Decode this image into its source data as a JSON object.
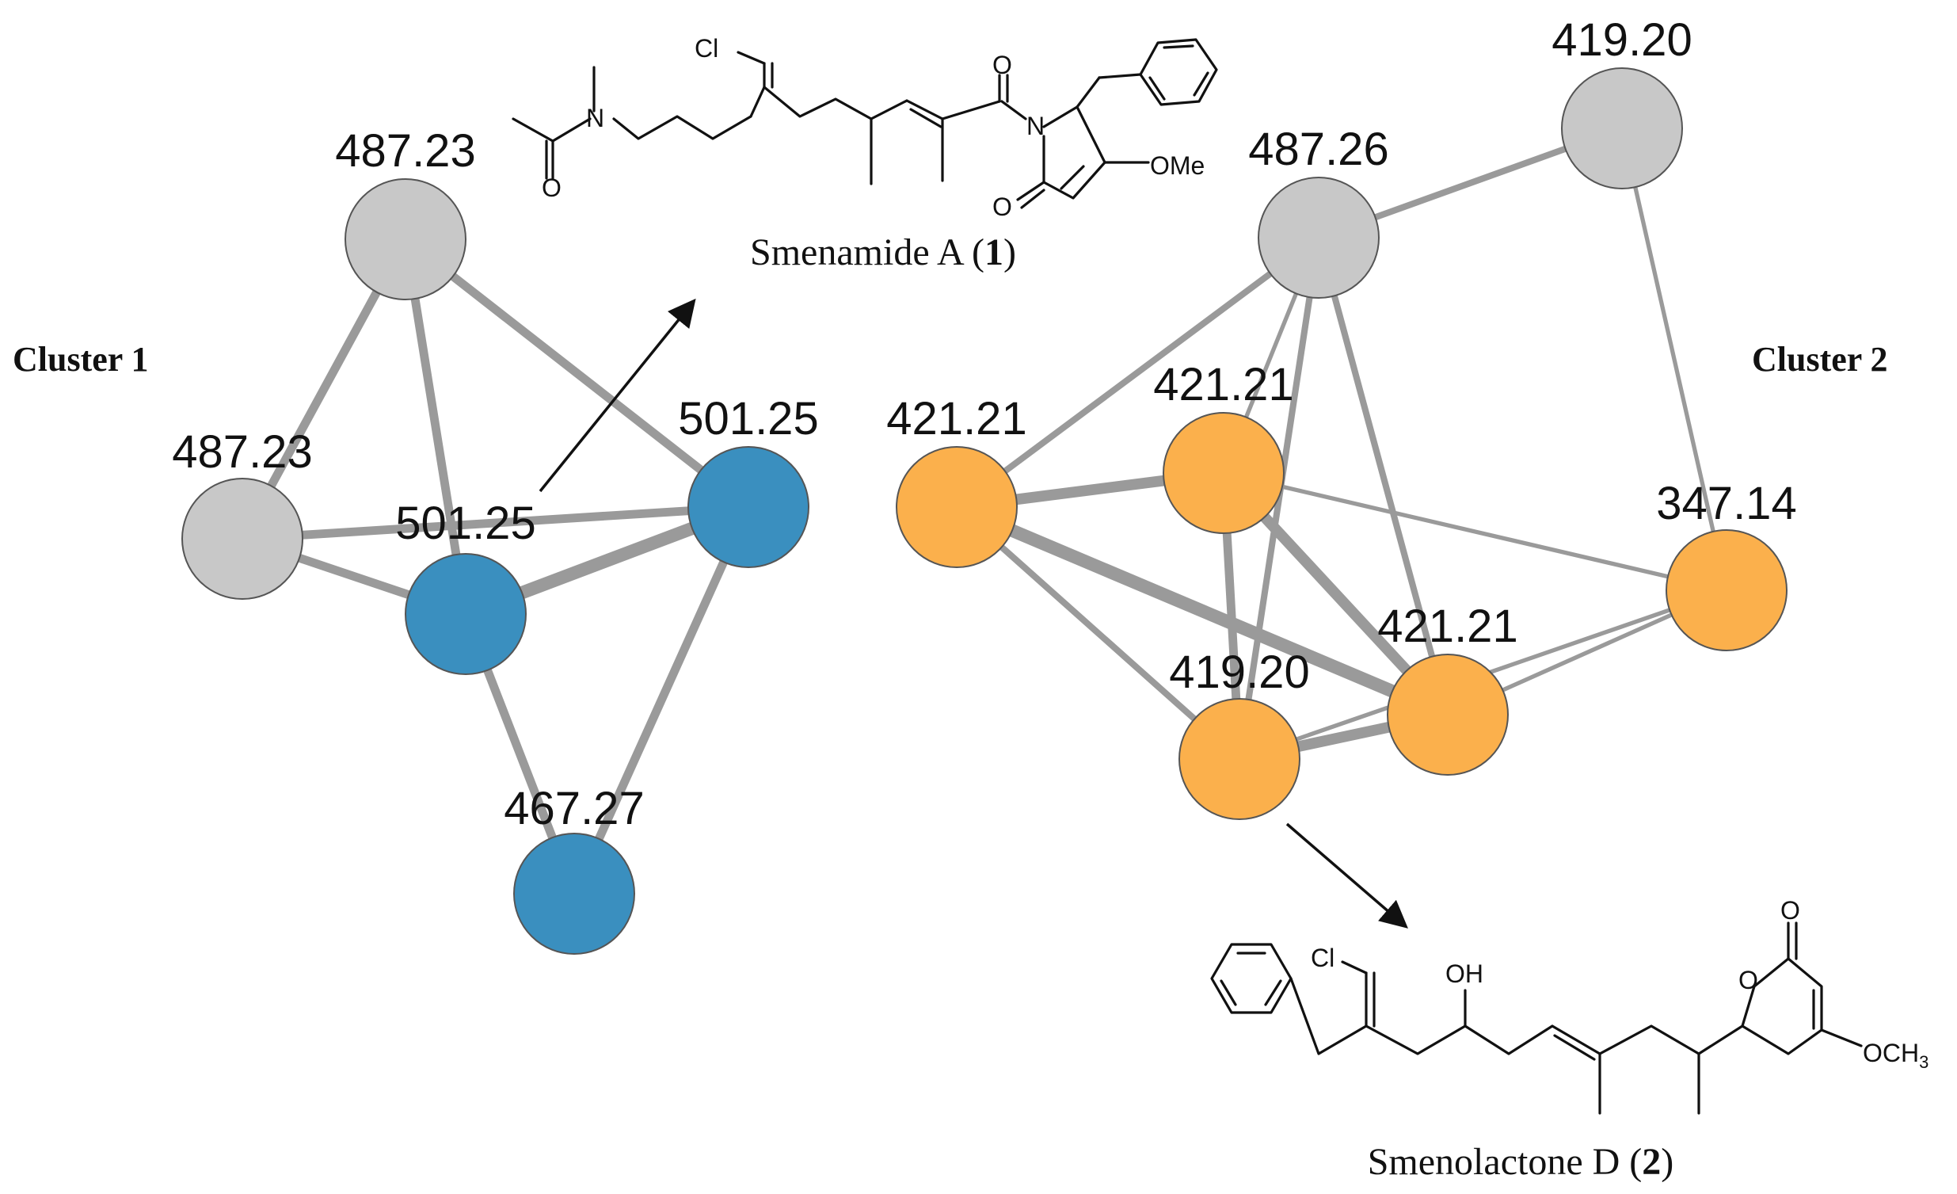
{
  "clusters": [
    {
      "id": "c1",
      "label": "Cluster 1"
    },
    {
      "id": "c2",
      "label": "Cluster 2"
    }
  ],
  "colors": {
    "grey": "#c8c8c8",
    "blue": "#3a8fbf",
    "orange": "#fbb04c",
    "edge": "#9a9a9a",
    "node_border": "#555555"
  },
  "nodes": [
    {
      "id": "n1",
      "label": "487.23",
      "color": "grey"
    },
    {
      "id": "n2",
      "label": "487.23",
      "color": "grey"
    },
    {
      "id": "n3",
      "label": "501.25",
      "color": "blue"
    },
    {
      "id": "n4",
      "label": "501.25",
      "color": "blue"
    },
    {
      "id": "n5",
      "label": "467.27",
      "color": "blue"
    },
    {
      "id": "n6",
      "label": "419.20",
      "color": "grey"
    },
    {
      "id": "n7",
      "label": "487.26",
      "color": "grey"
    },
    {
      "id": "n8",
      "label": "421.21",
      "color": "orange"
    },
    {
      "id": "n9",
      "label": "421.21",
      "color": "orange"
    },
    {
      "id": "n10",
      "label": "347.14",
      "color": "orange"
    },
    {
      "id": "n11",
      "label": "421.21",
      "color": "orange"
    },
    {
      "id": "n12",
      "label": "419.20",
      "color": "orange"
    }
  ],
  "edges": [
    {
      "source": "n1",
      "target": "n2",
      "weight": 3
    },
    {
      "source": "n1",
      "target": "n3",
      "weight": 3
    },
    {
      "source": "n1",
      "target": "n4",
      "weight": 3
    },
    {
      "source": "n2",
      "target": "n3",
      "weight": 3
    },
    {
      "source": "n2",
      "target": "n4",
      "weight": 3
    },
    {
      "source": "n3",
      "target": "n4",
      "weight": 5
    },
    {
      "source": "n3",
      "target": "n5",
      "weight": 3
    },
    {
      "source": "n4",
      "target": "n5",
      "weight": 3
    },
    {
      "source": "n6",
      "target": "n7",
      "weight": 2
    },
    {
      "source": "n6",
      "target": "n10",
      "weight": 1
    },
    {
      "source": "n7",
      "target": "n8",
      "weight": 2
    },
    {
      "source": "n7",
      "target": "n9",
      "weight": 1
    },
    {
      "source": "n7",
      "target": "n11",
      "weight": 2
    },
    {
      "source": "n7",
      "target": "n12",
      "weight": 2
    },
    {
      "source": "n8",
      "target": "n9",
      "weight": 4
    },
    {
      "source": "n8",
      "target": "n11",
      "weight": 5
    },
    {
      "source": "n8",
      "target": "n12",
      "weight": 2
    },
    {
      "source": "n9",
      "target": "n11",
      "weight": 4
    },
    {
      "source": "n9",
      "target": "n12",
      "weight": 3
    },
    {
      "source": "n9",
      "target": "n10",
      "weight": 1
    },
    {
      "source": "n11",
      "target": "n12",
      "weight": 4
    },
    {
      "source": "n11",
      "target": "n10",
      "weight": 1
    },
    {
      "source": "n12",
      "target": "n10",
      "weight": 1
    }
  ],
  "compounds": [
    {
      "name": "Smenamide A (",
      "number": "1",
      "suffix": ")"
    },
    {
      "name": "Smenolactone D (",
      "number": "2",
      "suffix": ")"
    }
  ],
  "atom_labels": {
    "cl": "Cl",
    "o": "O",
    "n": "N",
    "ome": "OMe",
    "oh": "OH",
    "och3_main": "OCH",
    "och3_sub": "3"
  }
}
